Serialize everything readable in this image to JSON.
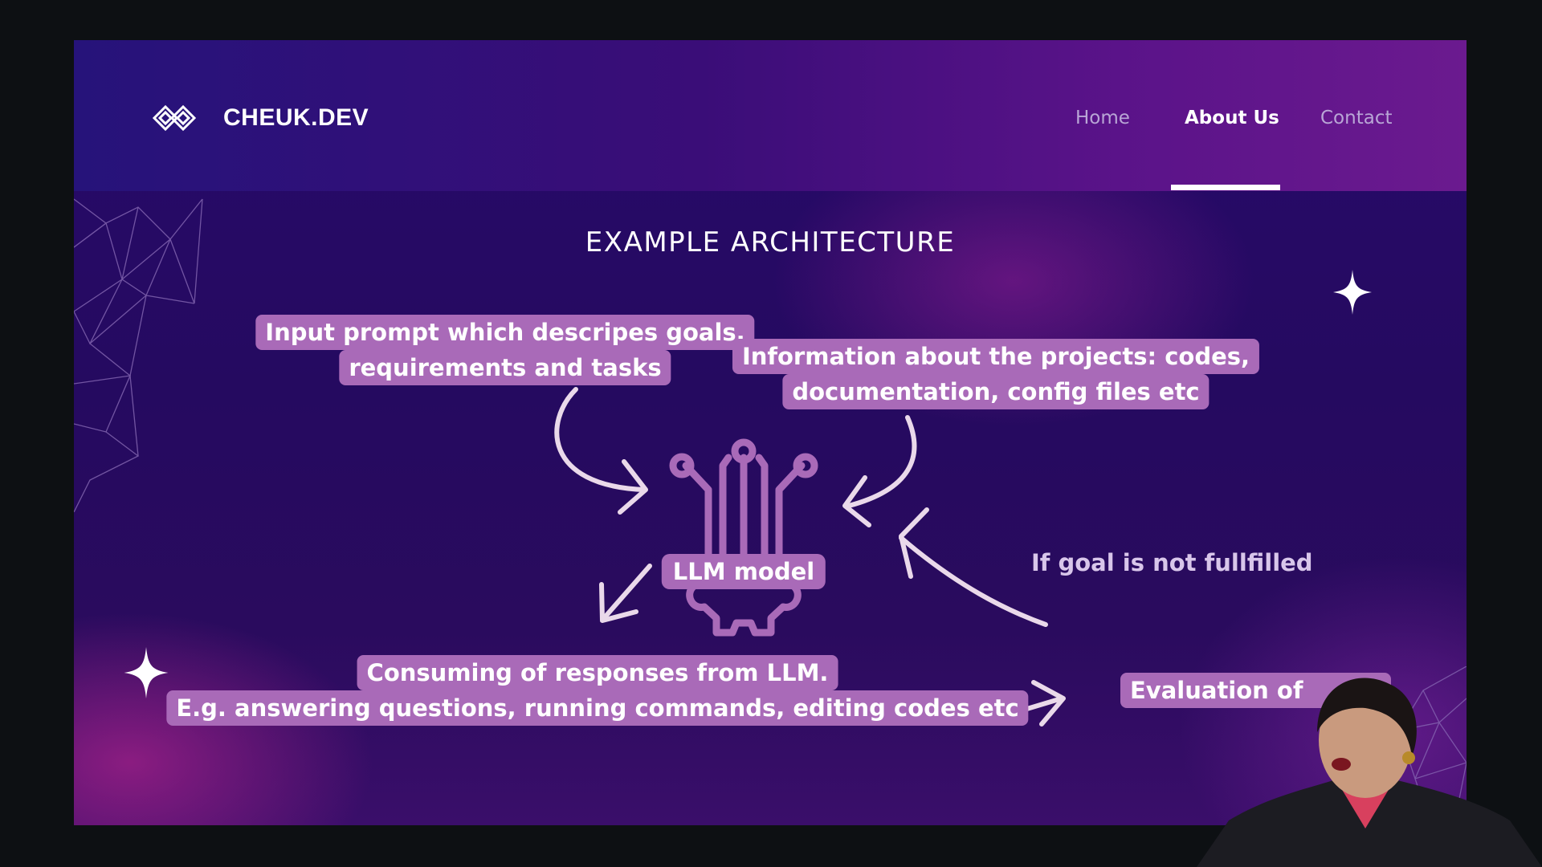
{
  "header": {
    "brand": "CHEUK.DEV",
    "nav": [
      {
        "label": "Home",
        "active": false
      },
      {
        "label": "About Us",
        "active": true
      },
      {
        "label": "Contact",
        "active": false
      }
    ]
  },
  "slide": {
    "title": "EXAMPLE ARCHITECTURE",
    "input_prompt": [
      "Input prompt which descripes goals,",
      "requirements and tasks"
    ],
    "project_info": [
      "Information about the projects: codes,",
      "documentation, config files etc"
    ],
    "llm_label": "LLM model",
    "consuming": [
      "Consuming of responses from LLM.",
      "E.g. answering questions, running commands, editing codes etc"
    ],
    "evaluation": "Evaluation of",
    "loop_note": "If goal is not fullfilled"
  },
  "colors": {
    "pill": "#a96ab8",
    "background": "#27096a",
    "accent": "#ffffff"
  },
  "icons": [
    "diamond-chain-logo-icon",
    "llm-circuit-gear-icon",
    "sparkle-icon"
  ]
}
